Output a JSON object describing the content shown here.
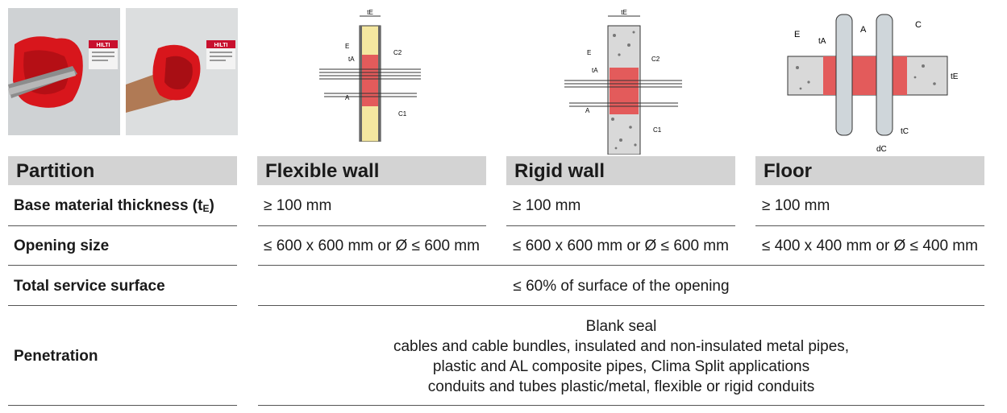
{
  "photos": [
    {
      "brand": "HILTI"
    },
    {
      "brand": "HILTI"
    }
  ],
  "diagrams": {
    "flexible": {
      "labels": [
        "tE",
        "E",
        "C2",
        "tA",
        "A",
        "C1"
      ]
    },
    "rigid": {
      "labels": [
        "tE",
        "E",
        "C2",
        "tA",
        "A",
        "C1"
      ]
    },
    "floor": {
      "labels": [
        "E",
        "tA",
        "A",
        "C",
        "tE",
        "tC",
        "dC"
      ]
    }
  },
  "table": {
    "headers": {
      "partition": "Partition",
      "flexible": "Flexible wall",
      "rigid": "Rigid wall",
      "floor": "Floor"
    },
    "rows": {
      "thickness": {
        "label": "Base material thickness (t",
        "label_sub": "E",
        "label_end": ")",
        "flexible": "≥ 100 mm",
        "rigid": "≥ 100 mm",
        "floor": "≥ 100 mm"
      },
      "opening": {
        "label": "Opening size",
        "flexible": "≤ 600 x 600 mm or Ø ≤ 600 mm",
        "rigid": "≤ 600 x 600 mm or Ø ≤ 600 mm",
        "floor": "≤ 400 x 400 mm or Ø ≤ 400 mm"
      },
      "surface": {
        "label": "Total service surface",
        "value": "≤ 60% of surface of the opening"
      },
      "penetration": {
        "label": "Penetration",
        "lines": [
          "Blank seal",
          "cables and cable bundles, insulated and non-insulated metal pipes,",
          "plastic and AL composite pipes, Clima Split applications",
          "conduits and tubes plastic/metal, flexible or rigid conduits"
        ]
      }
    }
  },
  "colors": {
    "header_bg": "#d3d3d3",
    "seal_red": "#e35b5b",
    "rule": "#555555"
  }
}
